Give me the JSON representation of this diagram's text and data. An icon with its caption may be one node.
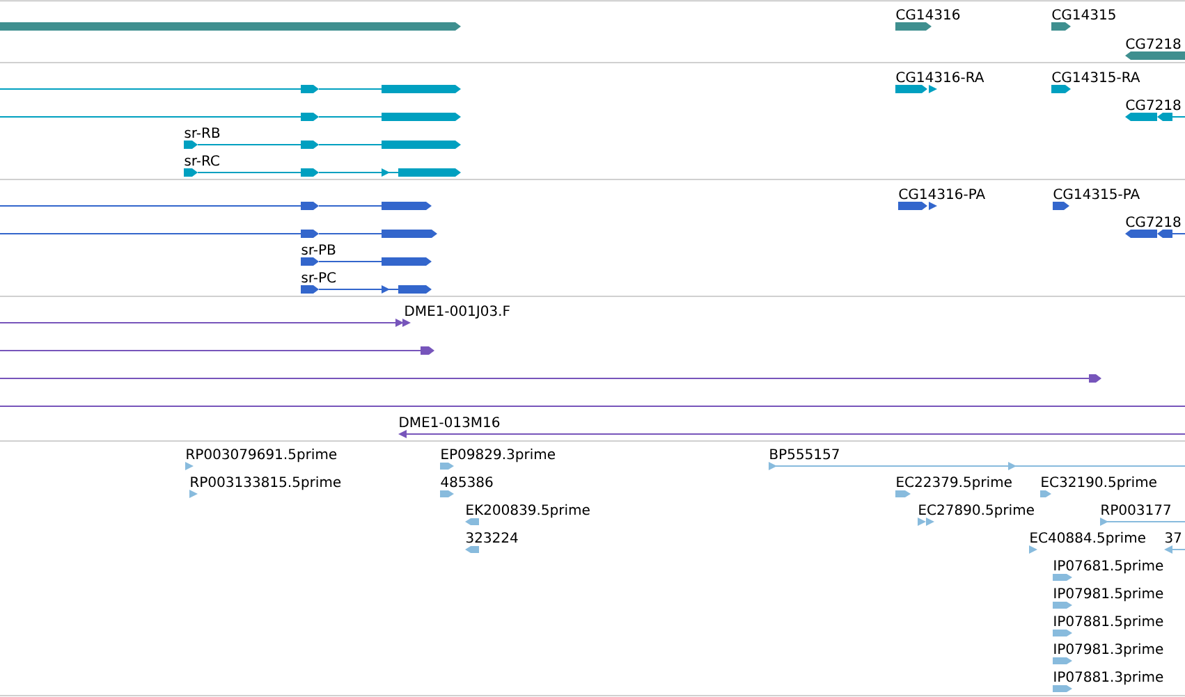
{
  "diagram": {
    "labels": [
      "CG14316",
      "CG14315",
      "CG7218",
      "CG14316-RA",
      "CG14315-RA",
      "CG7218",
      "sr-RB",
      "sr-RC",
      "CG14316-PA",
      "CG14315-PA",
      "CG7218",
      "sr-PB",
      "sr-PC",
      "DME1-001J03.F",
      "DME1-013M16",
      "RP003079691.5prime",
      "EP09829.3prime",
      "BP555157",
      "RP003133815.5prime",
      "485386",
      "EC22379.5prime",
      "EC32190.5prime",
      "EK200839.5prime",
      "EC27890.5prime",
      "RP003177",
      "323224",
      "EC40884.5prime",
      "37",
      "IP07681.5prime",
      "IP07981.5prime",
      "IP07881.5prime",
      "IP07981.3prime",
      "IP07881.3prime"
    ]
  }
}
